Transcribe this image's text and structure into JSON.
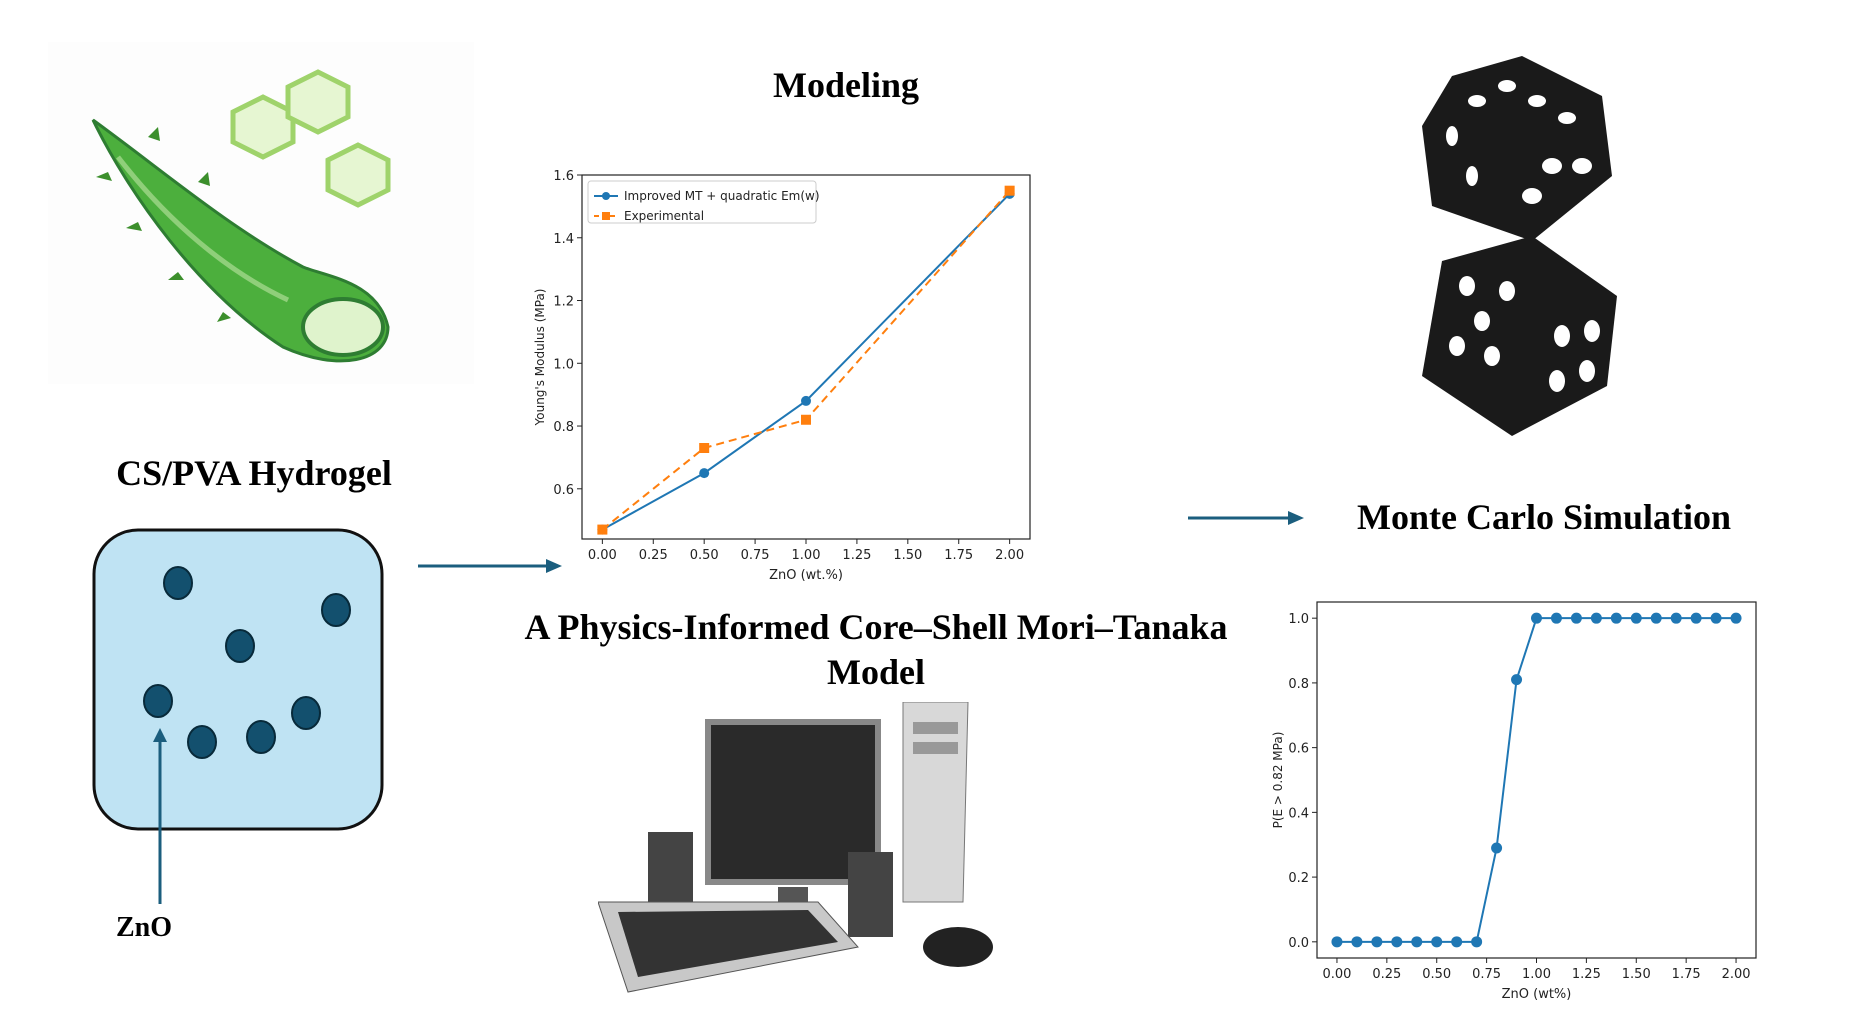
{
  "titles": {
    "modeling": "Modeling",
    "hydrogel": "CS/PVA Hydrogel",
    "zno": "ZnO",
    "model_line1": "A Physics-Informed Core–Shell Mori–Tanaka",
    "model_line2": "Model",
    "monte_carlo": "Monte Carlo Simulation"
  },
  "colors": {
    "blue": "#1f77b4",
    "orange": "#ff7f0e",
    "arrow": "#1b5e7e",
    "gel": "#bfe3f3",
    "particle": "#13506e"
  },
  "chart_data": [
    {
      "type": "line",
      "title": "",
      "xlabel": "ZnO (wt.%)",
      "ylabel": "Young's Modulus (MPa)",
      "xlim": [
        -0.1,
        2.1
      ],
      "ylim": [
        0.44,
        1.6
      ],
      "xticks": [
        "0.00",
        "0.25",
        "0.50",
        "0.75",
        "1.00",
        "1.25",
        "1.50",
        "1.75",
        "2.00"
      ],
      "yticks": [
        "0.6",
        "0.8",
        "1.0",
        "1.2",
        "1.4",
        "1.6"
      ],
      "legend": "top-left",
      "x": [
        0,
        0.5,
        1.0,
        2.0
      ],
      "series": [
        {
          "name": "Improved MT + quadratic Em(w)",
          "values": [
            0.47,
            0.65,
            0.88,
            1.54
          ],
          "style": "solid-circle"
        },
        {
          "name": "Experimental",
          "values": [
            0.47,
            0.73,
            0.82,
            1.55
          ],
          "style": "dashed-square"
        }
      ]
    },
    {
      "type": "line",
      "title": "",
      "xlabel": "ZnO (wt%)",
      "ylabel": "P(E > 0.82 MPa)",
      "xlim": [
        -0.1,
        2.1
      ],
      "ylim": [
        -0.05,
        1.05
      ],
      "xticks": [
        "0.00",
        "0.25",
        "0.50",
        "0.75",
        "1.00",
        "1.25",
        "1.50",
        "1.75",
        "2.00"
      ],
      "yticks": [
        "0.0",
        "0.2",
        "0.4",
        "0.6",
        "0.8",
        "1.0"
      ],
      "x": [
        0,
        0.1,
        0.2,
        0.3,
        0.4,
        0.5,
        0.6,
        0.7,
        0.8,
        0.9,
        1.0,
        1.1,
        1.2,
        1.3,
        1.4,
        1.5,
        1.6,
        1.7,
        1.8,
        1.9,
        2.0
      ],
      "series": [
        {
          "name": "P(E > 0.82 MPa)",
          "values": [
            0,
            0,
            0,
            0,
            0,
            0,
            0,
            0,
            0.29,
            0.81,
            1,
            1,
            1,
            1,
            1,
            1,
            1,
            1,
            1,
            1,
            1
          ]
        }
      ]
    }
  ]
}
